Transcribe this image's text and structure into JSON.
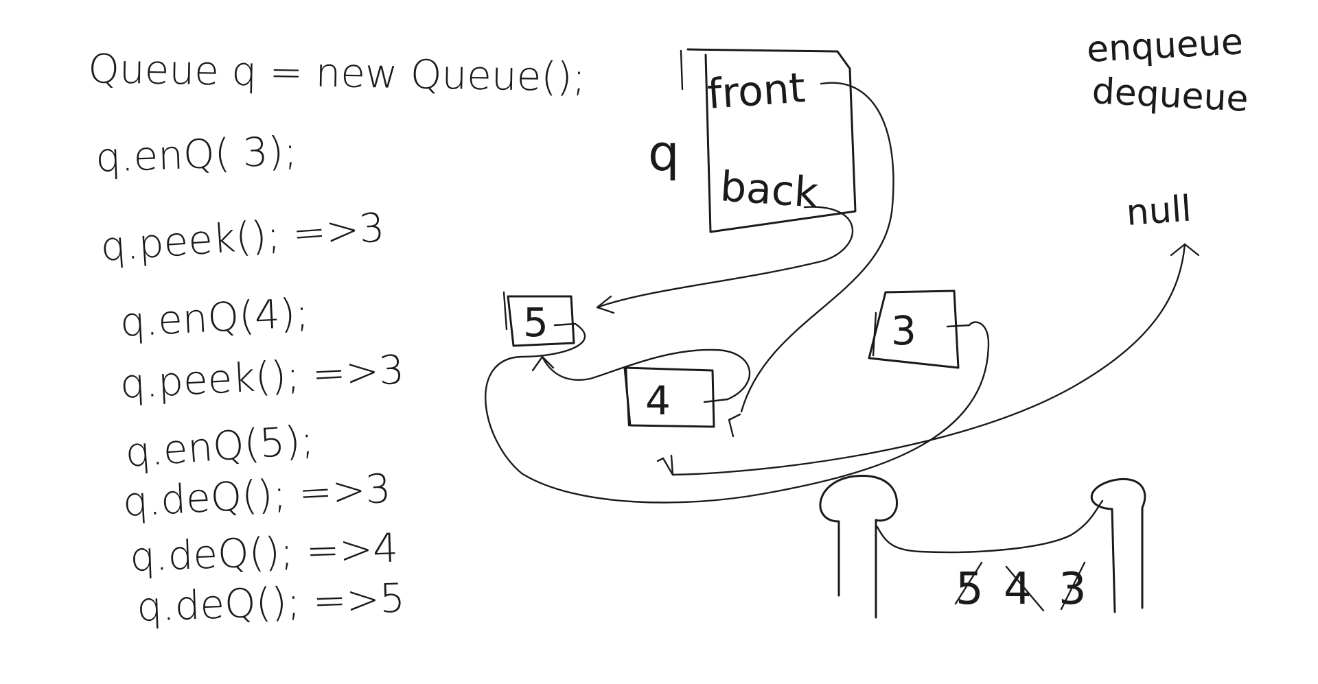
{
  "code_lines": [
    "Queue q =  new Queue();",
    "q.enQ( 3);",
    "q.peek(); =>3",
    "q.enQ(4);",
    "q.peek(); =>3",
    "q.enQ(5);",
    "q.deQ(); =>3",
    "q.deQ(); =>4",
    "q.deQ(); =>5"
  ],
  "queue_var": {
    "name": "q",
    "front_label": "front",
    "back_label": "back"
  },
  "nodes": [
    "3",
    "4",
    "5"
  ],
  "null_label": "null",
  "notes": [
    "enqueue",
    "dequeue"
  ],
  "removed_values": [
    "5",
    "4",
    "3"
  ],
  "colors": {
    "ink": "#1a1a1a",
    "background": "#ffffff"
  }
}
